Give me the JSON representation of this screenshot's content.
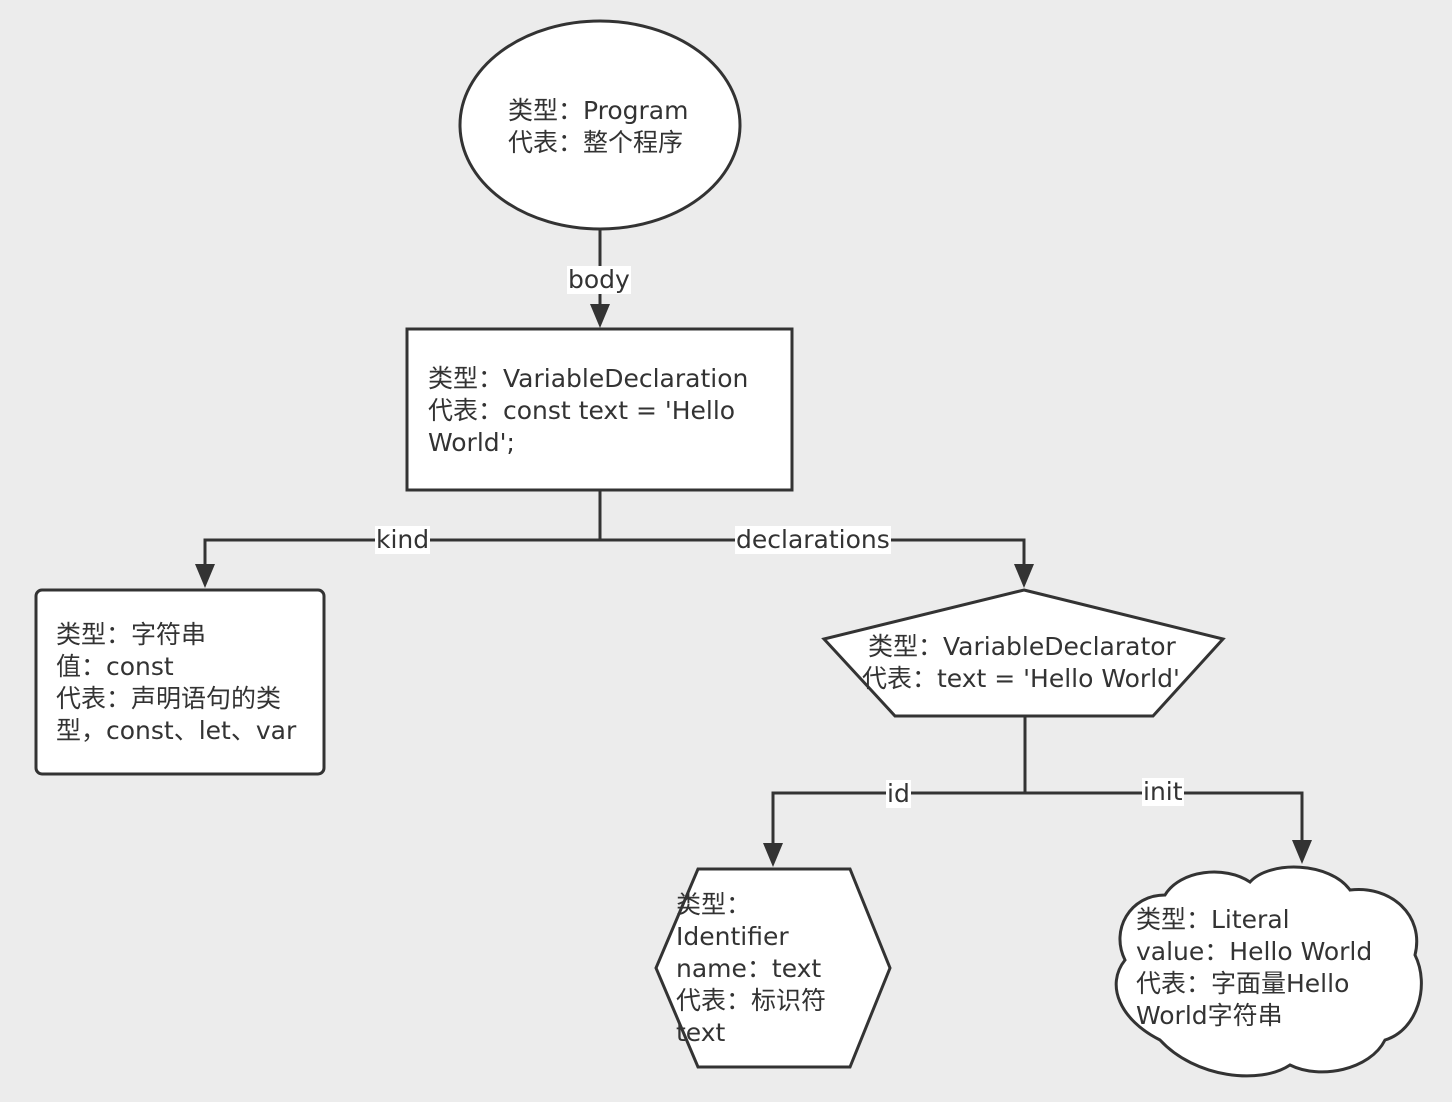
{
  "nodes": {
    "program": {
      "lines": [
        "类型：Program",
        "代表：整个程序"
      ]
    },
    "variable_declaration": {
      "lines": [
        "类型：VariableDeclaration",
        "代表：const text = 'Hello",
        "World';"
      ]
    },
    "kind_value": {
      "lines": [
        "类型：字符串",
        "值：const",
        "代表：声明语句的类",
        "型，const、let、var"
      ]
    },
    "variable_declarator": {
      "lines": [
        "类型：VariableDeclarator",
        "代表：text = 'Hello World'"
      ]
    },
    "identifier": {
      "lines": [
        "类型：",
        "Identifier",
        "name：text",
        "代表：标识符",
        "text"
      ]
    },
    "literal": {
      "lines": [
        "类型：Literal",
        "value：Hello World",
        "代表：字面量Hello",
        "World字符串"
      ]
    }
  },
  "edges": {
    "body": "body",
    "kind": "kind",
    "declarations": "declarations",
    "id": "id",
    "init": "init"
  },
  "colors": {
    "background": "#ececec",
    "shape_fill": "#ffffff",
    "stroke": "#333333"
  }
}
